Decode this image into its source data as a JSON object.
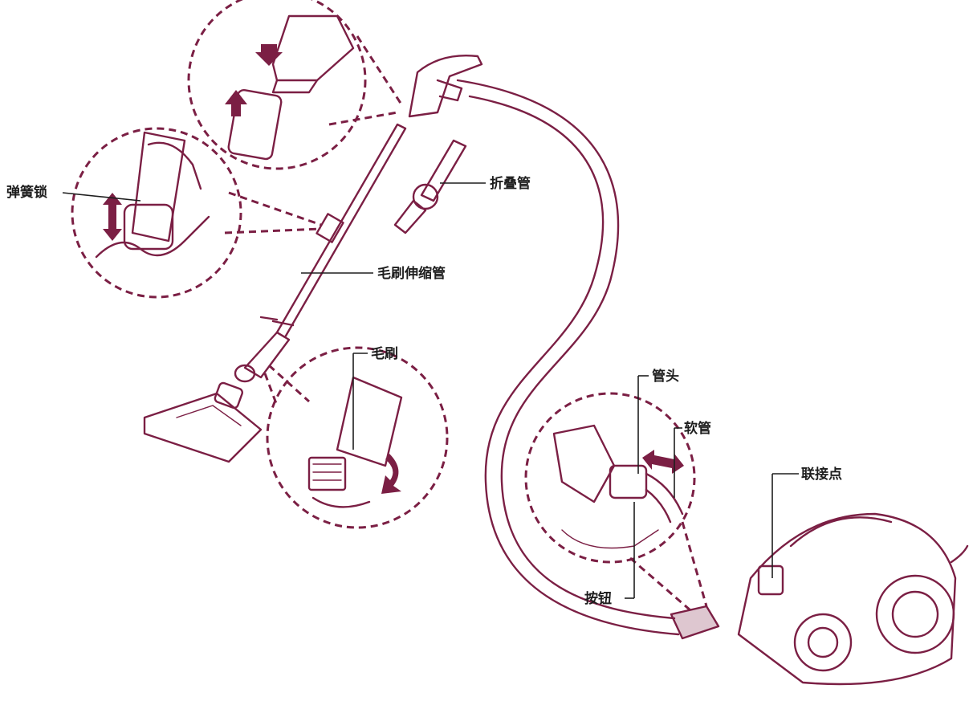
{
  "labels": {
    "spring_lock": "弹簧锁",
    "folding_tube": "折叠管",
    "brush_telescopic_tube": "毛刷伸缩管",
    "brush": "毛刷",
    "pipe_head": "管头",
    "hose": "软管",
    "connection_point": "联接点",
    "button": "按钮"
  },
  "colors": {
    "line_art": "#7b1f44",
    "label_text": "#1e1e1e",
    "background": "#ffffff"
  }
}
